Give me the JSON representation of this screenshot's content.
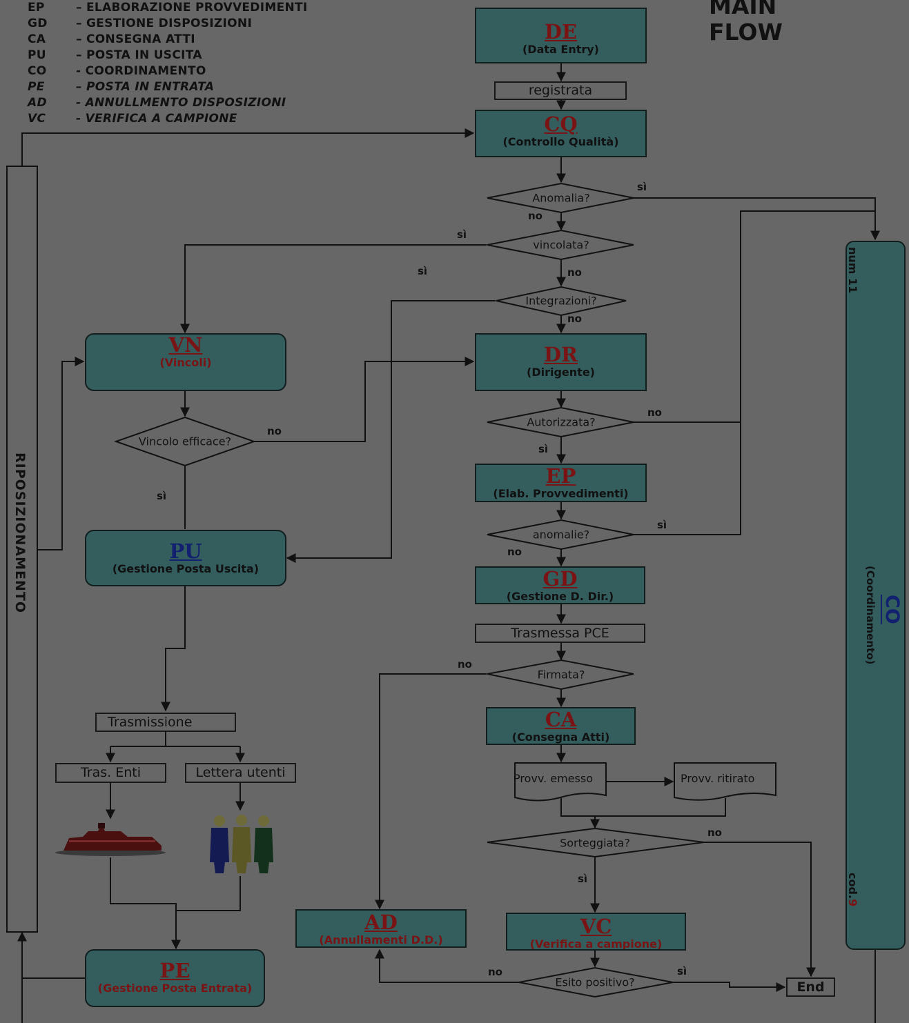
{
  "title": [
    "MAIN",
    "FLOW"
  ],
  "legend": [
    {
      "code": "EP",
      "desc": "– ELABORAZIONE PROVVEDIMENTI",
      "italic": false
    },
    {
      "code": "GD",
      "desc": "– GESTIONE DISPOSIZIONI",
      "italic": false
    },
    {
      "code": "CA",
      "desc": "– CONSEGNA ATTI",
      "italic": false
    },
    {
      "code": "PU",
      "desc": "– POSTA IN USCITA",
      "italic": false
    },
    {
      "code": "CO",
      "desc": "- COORDINAMENTO",
      "italic": false
    },
    {
      "code": "PE",
      "desc": "– POSTA IN ENTRATA",
      "italic": true
    },
    {
      "code": "AD",
      "desc": "- ANNULLMENTO  DISPOSIZIONI",
      "italic": true
    },
    {
      "code": "VC",
      "desc": "- VERIFICA A CAMPIONE",
      "italic": true
    }
  ],
  "nodes": {
    "de": {
      "code": "DE",
      "sub": "(Data Entry)"
    },
    "cq": {
      "code": "CQ",
      "sub": "(Controllo  Qualità)"
    },
    "vn": {
      "code": "VN",
      "sub": "(Vincoli)"
    },
    "dr": {
      "code": "DR",
      "sub": "(Dirigente)"
    },
    "ep": {
      "code": "EP",
      "sub": "(Elab. Provvedimenti)"
    },
    "gd": {
      "code": "GD",
      "sub": "(Gestione  D. Dir.)"
    },
    "pu": {
      "code": "PU",
      "sub": "(Gestione  Posta Uscita)"
    },
    "ca": {
      "code": "CA",
      "sub": "(Consegna  Atti)"
    },
    "ad": {
      "code": "AD",
      "sub": "(Annullamenti  D.D.)"
    },
    "vc": {
      "code": "VC",
      "sub": "(Verifica  a campione)"
    },
    "pe": {
      "code": "PE",
      "sub": "(Gestione  Posta Entrata)"
    }
  },
  "labels": {
    "registrata": "registrata",
    "trasmessa": "Trasmessa PCE",
    "trasmissione": "Trasmissione",
    "tras_enti": "Tras. Enti",
    "lettera": "Lettera utenti",
    "provv_emesso": "Provv. emesso",
    "provv_ritirato": "Provv. ritirato",
    "end": "End"
  },
  "decisions": {
    "anomalia": "Anomalia?",
    "vincolata": "vincolata?",
    "integrazioni": "Integrazioni?",
    "efficace": "Vincolo efficace?",
    "autorizzata": "Autorizzata?",
    "anomalie": "anomalie?",
    "firmata": "Firmata?",
    "sorteggiata": "Sorteggiata?",
    "esito": "Esito positivo?"
  },
  "answers": {
    "yes": "sì",
    "no": "no"
  },
  "side": {
    "riposizionamento": "RIPOSIZIONAMENTO",
    "co_code": "CO",
    "co_sub": "(Coordinamento)",
    "num": "num  11",
    "cod_label": "cod.",
    "cod_num": "9"
  }
}
